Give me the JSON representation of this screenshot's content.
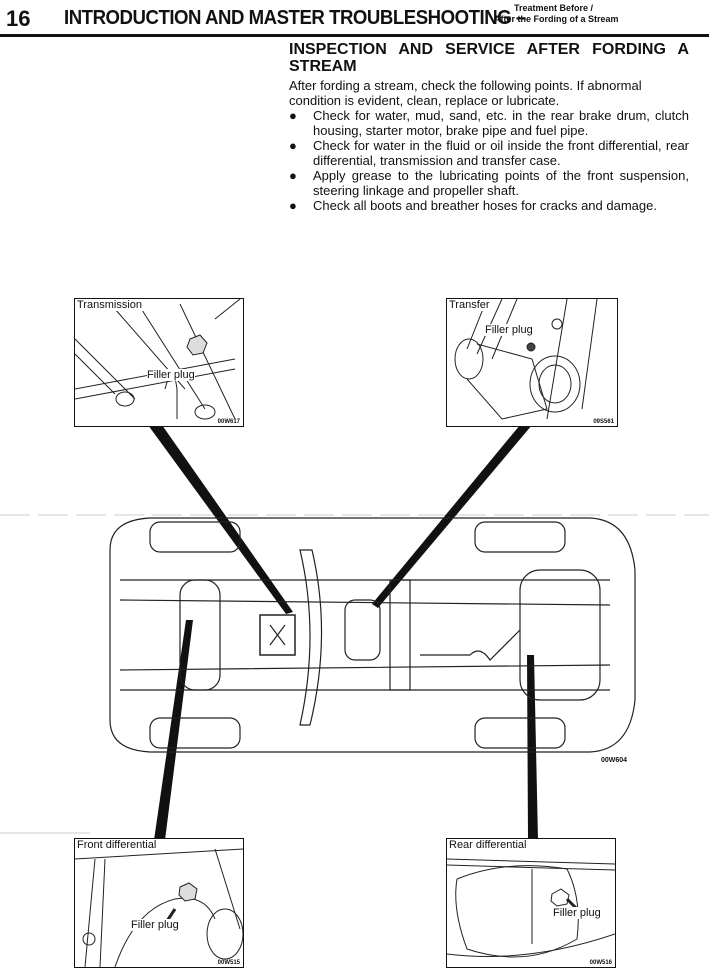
{
  "header": {
    "page_number": "16",
    "title": "INTRODUCTION AND MASTER TROUBLESHOOTING –",
    "subtitle_line1": "Treatment Before /",
    "subtitle_line2": "After the Fording of a Stream"
  },
  "section": {
    "title": "INSPECTION AND SERVICE AFTER FORDING A STREAM",
    "intro": "After fording a stream, check the following points. If abnormal condition is evident, clean, replace or lubricate.",
    "bullets": [
      "Check for water, mud, sand, etc. in the rear brake drum, clutch housing, starter motor, brake pipe and fuel pipe.",
      "Check for water in the fluid or oil inside the front differential, rear differential, transmission and transfer case.",
      "Apply grease to the lubricating points of the front suspension, steering linkage and propeller shaft.",
      "Check all boots and breather hoses for cracks and damage."
    ],
    "bullet_symbol": "●"
  },
  "figures": {
    "transmission": {
      "label": "Transmission",
      "callout": "Filler plug",
      "code": "00W617"
    },
    "transfer": {
      "label": "Transfer",
      "callout": "Filler plug",
      "code": "09S561"
    },
    "front_differential": {
      "label": "Front differential",
      "callout": "Filler plug",
      "code": "00W515"
    },
    "rear_differential": {
      "label": "Rear differential",
      "callout": "Filler plug",
      "code": "00W516"
    },
    "chassis_code": "00W604"
  }
}
